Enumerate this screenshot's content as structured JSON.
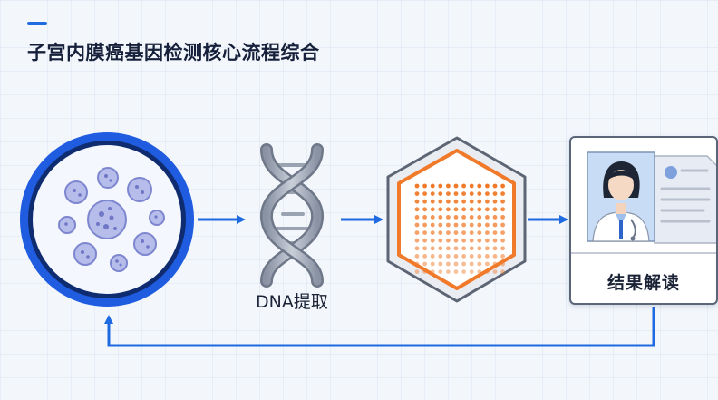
{
  "title": "子宫内膜癌基因检测核心流程综合",
  "steps": {
    "dna_label": "DNA提取",
    "result_label": "结果解读"
  },
  "colors": {
    "accent": "#1f6ae0",
    "cell_ring": "#1f5ce0",
    "cell_purple": "#8e96d8",
    "chip_orange": "#f07a2a",
    "arrow": "#1f6ae0"
  },
  "icons": [
    "cell-sample-icon",
    "dna-helix-icon",
    "gene-chip-icon",
    "doctor-report-icon"
  ]
}
